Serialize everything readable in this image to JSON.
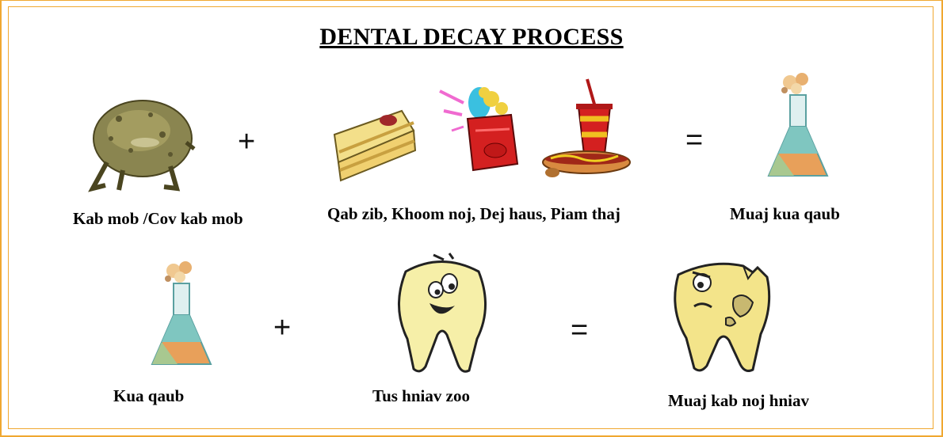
{
  "title": "DENTAL DECAY PROCESS",
  "row1": {
    "germ_label": "Kab mob /Cov kab mob",
    "plus": "+",
    "foods_label": "Qab zib, Khoom noj, Dej haus, Piam thaj",
    "equals": "=",
    "result_label": "Muaj kua qaub"
  },
  "row2": {
    "acid_label": "Kua qaub",
    "plus": "+",
    "tooth_label": "Tus hniav zoo",
    "equals": "=",
    "result_label": "Muaj kab noj hniav"
  },
  "colors": {
    "border": "#f0a830",
    "germ": "#7f7a45",
    "tooth": "#f6efa8",
    "flask_orange": "#e8a05a",
    "flask_teal": "#7fc6c0"
  },
  "icons": [
    "germ-icon",
    "cake-icon",
    "candy-bag-icon",
    "soda-hotdog-icon",
    "acid-flask-icon",
    "healthy-tooth-icon",
    "decayed-tooth-icon"
  ]
}
